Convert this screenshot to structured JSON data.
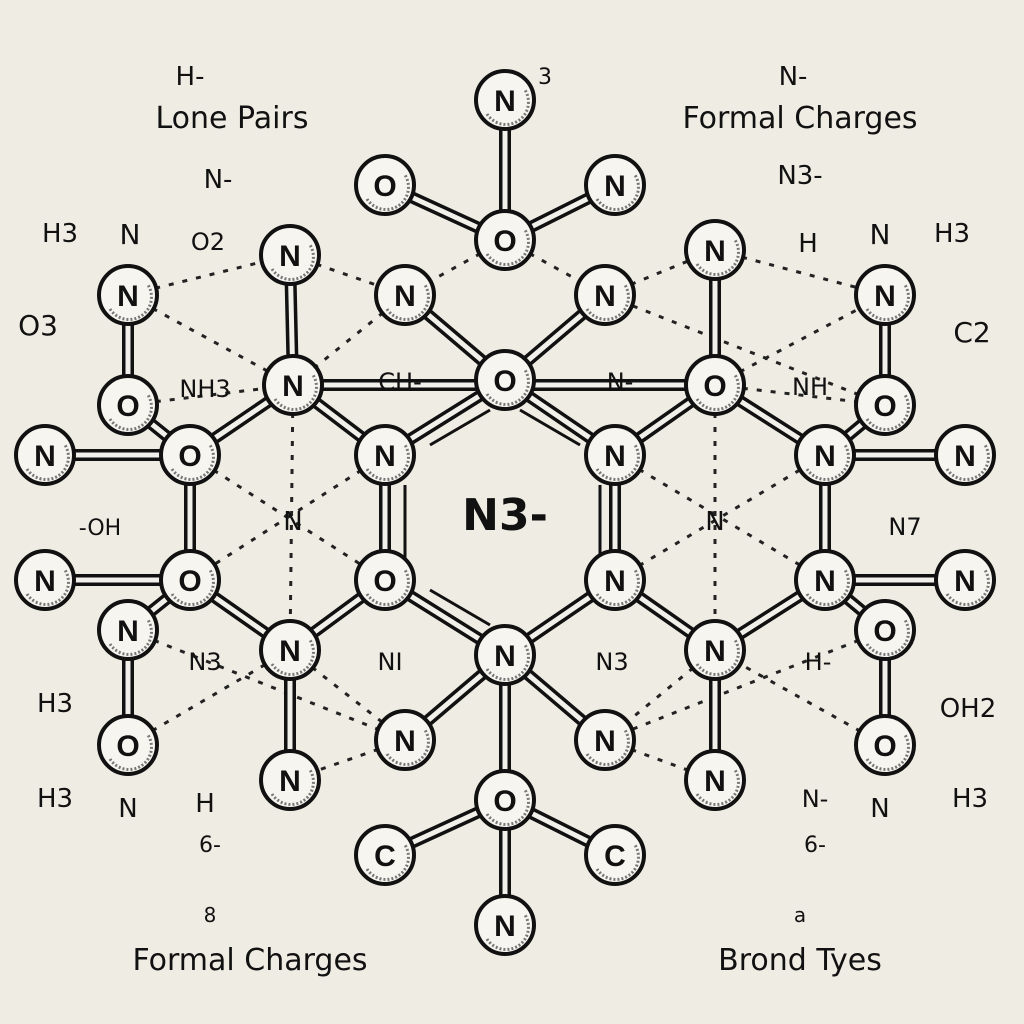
{
  "title": "N3-",
  "atoms": [
    "N",
    "O",
    "N",
    "O",
    "N",
    "N",
    "N",
    "N",
    "N",
    "N",
    "O",
    "N",
    "O",
    "O",
    "O",
    "N",
    "O",
    "N",
    "N",
    "N",
    "N",
    "N",
    "O",
    "O",
    "N",
    "N",
    "N",
    "N",
    "O",
    "N",
    "N",
    "N",
    "O",
    "O",
    "N",
    "N",
    "N",
    "N",
    "O",
    "C",
    "C",
    "N"
  ],
  "labels": {
    "top_left_h": "H-",
    "lone_pairs": "Lone Pairs",
    "n_minus_left": "N-",
    "h3_left": "H3",
    "n_left": "N",
    "o2_left": "O2",
    "o3_left": "O3",
    "nh3_left": "NH3",
    "ch_minus": "CH-",
    "n_minus_center": "N-",
    "nh_right": "NH",
    "h_right": "H",
    "n_right": "N",
    "h3_right_top": "H3",
    "c2_right": "C2",
    "n3_minus_right": "N3-",
    "n_minus_top_right": "N-",
    "formal_charges_top": "Formal Charges",
    "n3_top": "3",
    "oh_left": "-OH",
    "n_mid_left": "N",
    "n_mid_right": "N",
    "n7_right": "N7",
    "n3_lower_left": "N3",
    "ni_lower": "NI",
    "n3_lower_center": "N3",
    "h_minus_lower_right": "H-",
    "h3_lower_left1": "H3",
    "h3_lower_left2": "H3",
    "n_lower_left": "N",
    "h_lower_left": "H",
    "o_minus_lower_left": "6-",
    "n_minus_lower_right": "N-",
    "n_lower_right": "N",
    "h3_lower_right": "H3",
    "o_minus_lower_right": "6-",
    "oh2_right": "OH2",
    "eight_left": "8",
    "a_right": "a",
    "formal_charges_bottom": "Formal Charges",
    "bond_types": "Brond Tyes"
  },
  "colors": {
    "background": "#efece3",
    "ink": "#111111",
    "atom_fill": "#f7f5ef"
  }
}
